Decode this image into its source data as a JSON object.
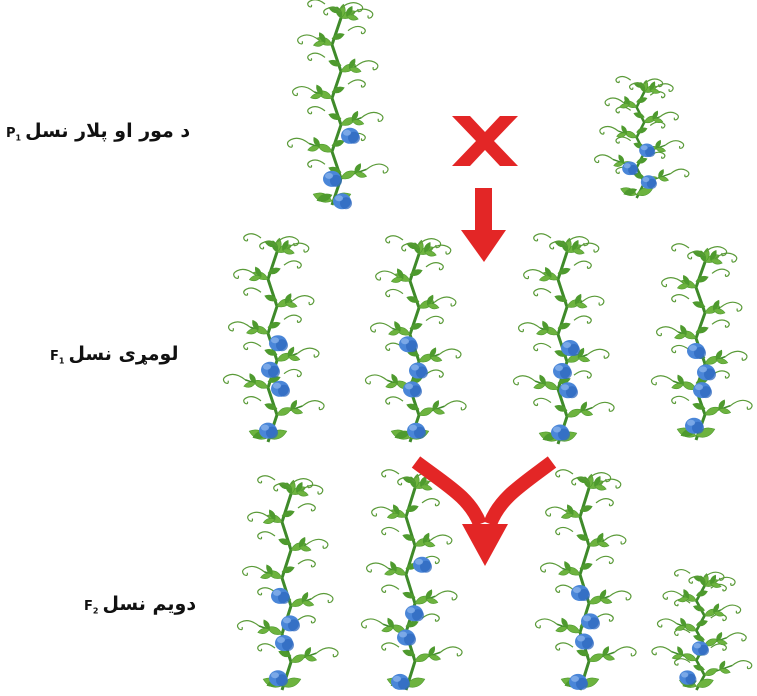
{
  "generations": [
    {
      "symbol": "P",
      "subscript": "1",
      "text": "د مور او پلار نسل",
      "plants": 2
    },
    {
      "symbol": "F",
      "subscript": "1",
      "text": "لومړی نسل",
      "plants": 4
    },
    {
      "symbol": "F",
      "subscript": "2",
      "text": "دویم نسل",
      "plants": 4
    }
  ],
  "cross_symbol": "cross-icon",
  "arrows": [
    "down-arrow-icon",
    "split-arrow-icon"
  ],
  "colors": {
    "stem": "#3f8a2a",
    "leaf": "#6db33f",
    "leaf_dark": "#4e9a2e",
    "tendril": "#5a9a38",
    "flower": "#4a86d8",
    "flower_dark": "#2f68bf",
    "arrow": "#e32626",
    "text": "#111111"
  }
}
